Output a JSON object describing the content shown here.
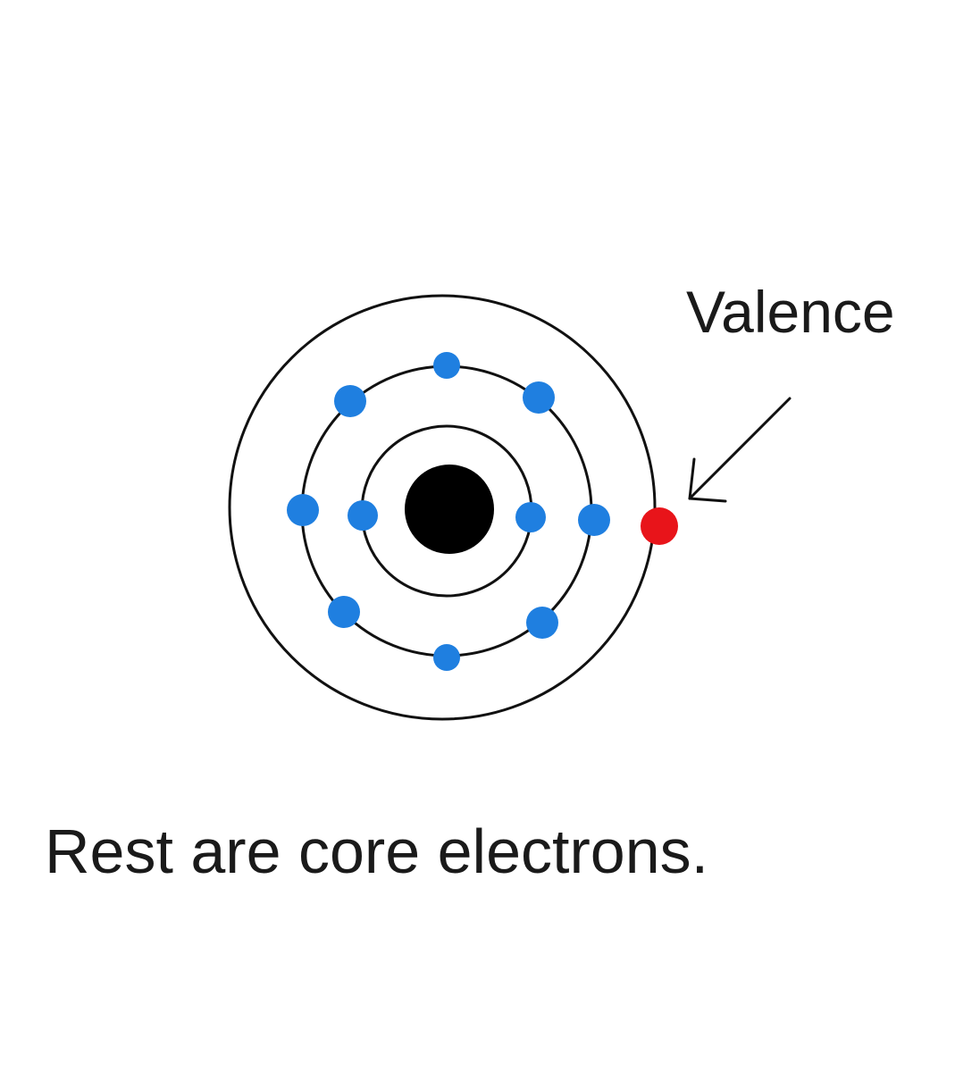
{
  "labels": {
    "valence": "Valence",
    "caption": "Rest are core electrons."
  },
  "colors": {
    "background": "#ffffff",
    "orbit": "#111111",
    "nucleus": "#000000",
    "core_electron": "#1f7fe0",
    "valence_electron": "#e8141a",
    "arrow": "#111111",
    "text": "#1a1a1a"
  },
  "atom": {
    "shells": [
      {
        "name": "shell-1",
        "electrons": 2,
        "type": "core"
      },
      {
        "name": "shell-2",
        "electrons": 8,
        "type": "core"
      },
      {
        "name": "shell-3",
        "electrons": 1,
        "type": "valence"
      }
    ]
  }
}
